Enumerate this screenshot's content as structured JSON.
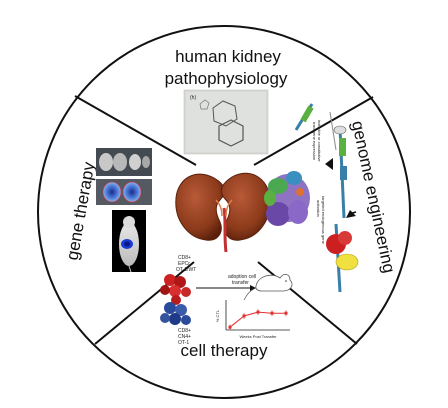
{
  "sections": {
    "kidney_label_line1": "human kidney",
    "kidney_label_line2": "pathophysiology",
    "genome_label": "genome engineering",
    "gene_therapy_label": "gene therapy",
    "cell_therapy_label": "cell therapy"
  },
  "genome_panel": {
    "text_1": "inducible or constitutive",
    "text_2": "transgene expression",
    "text_3": "targeted endogenous gene",
    "text_4": "activation"
  },
  "cell_panel": {
    "cells_top_1": "CD8+",
    "cells_top_2": "EPCr",
    "cells_top_3": "OT-1/WT",
    "cells_bottom_1": "CD8+",
    "cells_bottom_2": "CN4+",
    "cells_bottom_3": "OT-1",
    "transfer_1": "adoption cell",
    "transfer_2": "transfer",
    "chart_xlabel": "Weeks Post Transfer",
    "chart_ylabel": "% CTL"
  },
  "chart_data": {
    "type": "line",
    "x": [
      0,
      1,
      2,
      3,
      4
    ],
    "series": [
      {
        "values": [
          5,
          25,
          32,
          30,
          30
        ],
        "color": "#e03030"
      }
    ],
    "xlabel": "Weeks Post Transfer",
    "ylabel": "% CTL",
    "ylim": [
      0,
      50
    ],
    "grid": false
  },
  "colors": {
    "circle_stroke": "#111111",
    "kidney": "#8b3a1a",
    "ureter": "#c23030",
    "genome_bar": "#3a7fa8",
    "genome_green": "#5ab040",
    "protein_purple": "#7b5ab8",
    "protein_green": "#4aa850",
    "red_protein": "#cc1f1f",
    "yellow": "#f0e040",
    "cells_red": "#cc2222",
    "cells_blue": "#2a4a9a"
  },
  "icons": [
    "kidney-icon",
    "mouse-icon",
    "crystal-micrograph",
    "protein-structure",
    "cell-cluster-icon"
  ]
}
